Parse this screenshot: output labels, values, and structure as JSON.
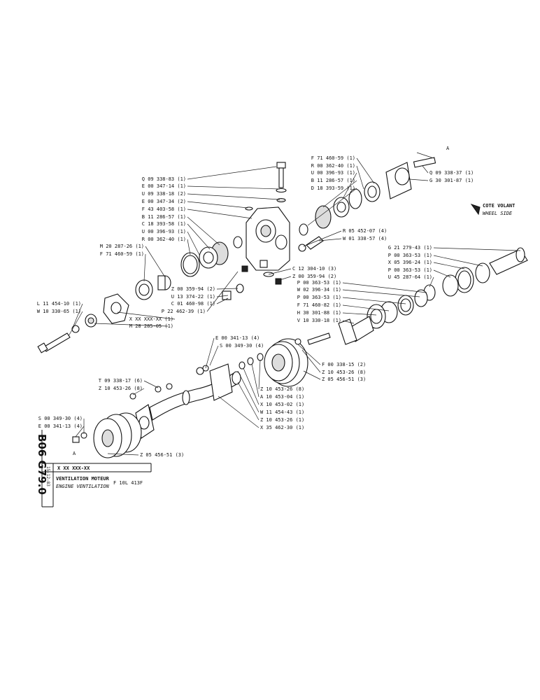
{
  "title_fr": "VENTILATION MOTEUR",
  "title_en": "ENGINE VENTILATION",
  "model": "F 10L 413F",
  "ref_number": "X XX XXX-XX",
  "sheet_code": "B06 G79.0",
  "date": "15-12-83",
  "side_fr": "COTE VOLANT",
  "side_en": "WHEEL SIDE",
  "marker": "A",
  "parts": [
    "Q 09 338-83 (1)",
    "E 00 347-14 (1)",
    "U 09 338-18 (2)",
    "E 00 347-34 (2)",
    "F 43 403-58 (1)",
    "B 11 286-57 (1)",
    "C 18 393-58 (1)",
    "U 00 396-93 (1)",
    "R 00 362-40 (1)",
    "M 20 287-26 (1)",
    "F 71 460-59 (1)",
    "F 71 460-59 (1)",
    "R 00 362-40 (1)",
    "U 00 396-93 (1)",
    "B 11 286-57 (1)",
    "D 18 393-59 (1)",
    "Q 09 338-37 (1)",
    "G 30 301-87 (1)",
    "R 05 452-07 (4)",
    "W 01 338-57 (4)",
    "Z 00 359-94 (2)",
    "U 13 374-22 (1)",
    "C 01 460-98 (1)",
    "P 22 462-39 (1)",
    "X XX XXX-XX (1)",
    "M 28 285-05 (1)",
    "L 11 454-10 (1)",
    "W 10 330-65 (1)",
    "C 12 304-10 (3)",
    "Z 00 359-94 (2)",
    "P 00 363-53 (1)",
    "W 02 396-34 (1)",
    "P 00 363-53 (1)",
    "F 71 460-82 (1)",
    "H 30 301-88 (1)",
    "V 10 330-18 (1)",
    "G 21 279-43 (1)",
    "P 00 363-53 (1)",
    "X 05 396-24 (1)",
    "P 00 363-53 (1)",
    "U 45 287-64 (1)",
    "E 00 341-13 (4)",
    "S 00 349-30 (4)",
    "F 00 338-15 (2)",
    "Z 10 453-26 (8)",
    "Z 05 456-51 (3)",
    "Z 10 453-26 (8)",
    "A 10 453-04 (1)",
    "X 10 453-02 (1)",
    "W 11 454-43 (1)",
    "Z 10 453-26 (1)",
    "X 35 462-30 (1)",
    "T 09 338-17 (6)",
    "Z 10 453-26 (8)",
    "S 00 349-30 (4)",
    "E 00 341-13 (4)",
    "Z 05 456-51 (3)"
  ]
}
